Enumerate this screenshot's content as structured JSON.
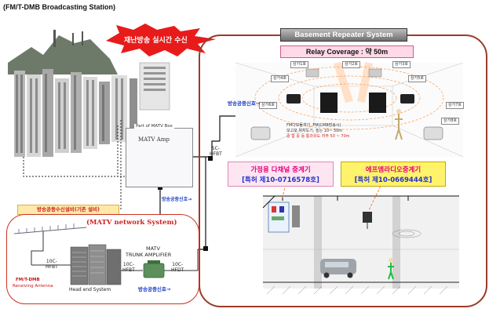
{
  "title": "(FM/T-DMB Broadcasting Station)",
  "broadcast_burst": "재난방송 실시간 수신",
  "basement": {
    "title": "Basement Repeater System",
    "relay_coverage": "Relay Coverage : 약 50m",
    "signal_label": "방송공중신호→",
    "legend_lines": [
      "FM다모듈개기, FM(CMB방송시)",
      "보고포 위치도기, 높는 10~ 50m",
      "중 합 중 등 통과유도 자주 50 ~ 70m"
    ]
  },
  "shop_tags": [
    "상가1호",
    "상가2호",
    "상가3호",
    "상가4호",
    "상가5호",
    "상가6호",
    "상가7호",
    "상가8호"
  ],
  "device_box_1": {
    "line1": "가정용 다채널 중계기",
    "line2": "[특허 제10-0716578호]"
  },
  "device_box_2": {
    "line1": "에프엠라디오중계기",
    "line2": "[특허 제10-0669444호]"
  },
  "matv_box": {
    "label": "Part of MATV Box",
    "amp": "MATV Amp",
    "signal": "방송공중신호→"
  },
  "cable_5c": {
    "line1": "5C-",
    "line2": "HFBT"
  },
  "existing_facility": "방송공동수신설비(기존 설비)",
  "network": {
    "title": "(MATV network System)",
    "antenna_label_1": "FM/T-DMB",
    "antenna_label_2": "Receiving Antenna",
    "head_end": "Head end System",
    "trunk_amp_1": "MATV",
    "trunk_amp_2": "TRUNK AMPLIFIER",
    "signal_out": "방송공중신호→",
    "cable_a": {
      "line1": "10C-",
      "line2": "HFBT"
    },
    "cable_b": {
      "line1": "10C-",
      "line2": "HFBT"
    },
    "cable_c": {
      "line1": "10C-",
      "line2": "HFDT"
    }
  },
  "colors": {
    "frame_red": "#cc3322",
    "frame_brown": "#9a3b2a",
    "pink": "#e6007a",
    "blue": "#2233cc",
    "signal_orange": "#ff7a2a"
  }
}
